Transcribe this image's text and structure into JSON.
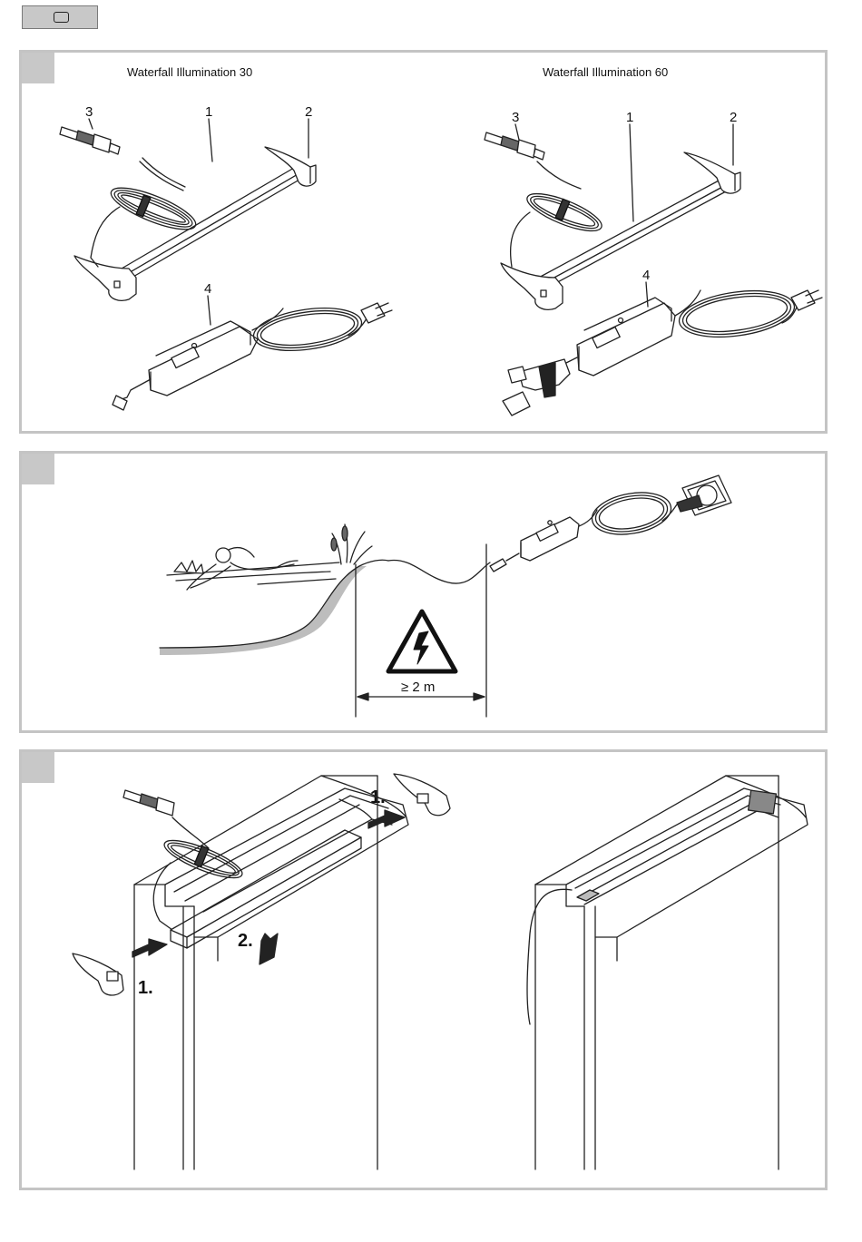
{
  "toolbar": {
    "button_icon": "rounded-square-icon"
  },
  "panel1": {
    "left_title": "Waterfall Illumination 30",
    "right_title": "Waterfall Illumination 60",
    "left_callouts": [
      "1",
      "2",
      "3",
      "4"
    ],
    "right_callouts": [
      "1",
      "2",
      "3",
      "4"
    ]
  },
  "panel2": {
    "distance_label": "≥ 2 m",
    "warning_icon": "high-voltage-warning-icon"
  },
  "panel3": {
    "step1_right": "1.",
    "step1_left": "1.",
    "step2": "2."
  },
  "colors": {
    "frame": "#c4c4c4",
    "badge": "#c8c8c8",
    "line": "#222222"
  }
}
